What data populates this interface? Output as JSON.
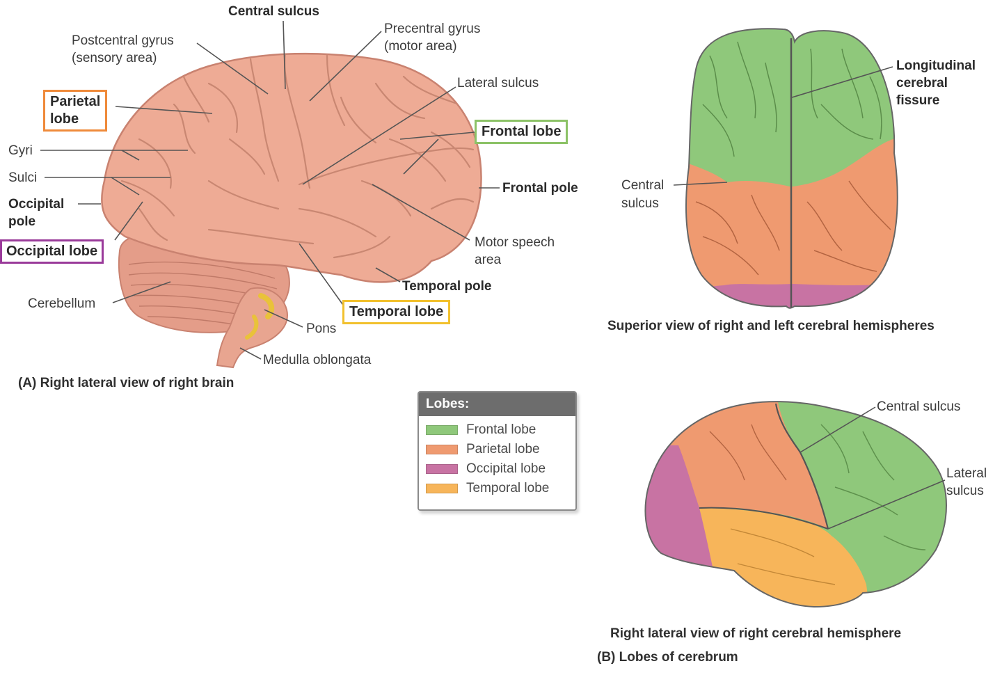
{
  "colors": {
    "frontal": "#8fc87b",
    "parietal": "#ef9a70",
    "occipital": "#c873a3",
    "temporal": "#f7b55a",
    "brain": "#eeab95",
    "parietal_box": "#ef8a3a",
    "frontal_box": "#8cc267",
    "occipital_box": "#9a3a9a",
    "temporal_box": "#f2c12e"
  },
  "panel_a": {
    "labels": {
      "central_sulcus": "Central sulcus",
      "postcentral_gyrus_1": "Postcentral gyrus",
      "postcentral_gyrus_2": "(sensory area)",
      "precentral_gyrus_1": "Precentral gyrus",
      "precentral_gyrus_2": "(motor area)",
      "lateral_sulcus": "Lateral sulcus",
      "parietal_lobe_1": "Parietal",
      "parietal_lobe_2": "lobe",
      "frontal_lobe": "Frontal lobe",
      "gyri": "Gyri",
      "sulci": "Sulci",
      "frontal_pole": "Frontal pole",
      "occipital_pole_1": "Occipital",
      "occipital_pole_2": "pole",
      "occipital_lobe": "Occipital lobe",
      "motor_speech_1": "Motor speech",
      "motor_speech_2": "area",
      "temporal_pole": "Temporal pole",
      "cerebellum": "Cerebellum",
      "temporal_lobe": "Temporal lobe",
      "pons": "Pons",
      "medulla": "Medulla oblongata"
    },
    "caption": "(A) Right lateral view of right brain"
  },
  "superior_view": {
    "labels": {
      "longitudinal_1": "Longitudinal",
      "longitudinal_2": "cerebral",
      "longitudinal_3": "fissure",
      "central_sulcus_1": "Central",
      "central_sulcus_2": "sulcus"
    },
    "caption": "Superior view of right and left cerebral hemispheres"
  },
  "legend": {
    "title": "Lobes:",
    "items": [
      {
        "label": "Frontal lobe",
        "color": "#8fc87b"
      },
      {
        "label": "Parietal lobe",
        "color": "#ef9a70"
      },
      {
        "label": "Occipital lobe",
        "color": "#c873a3"
      },
      {
        "label": "Temporal lobe",
        "color": "#f7b55a"
      }
    ]
  },
  "lateral_view": {
    "labels": {
      "central_sulcus": "Central sulcus",
      "lateral_sulcus_1": "Lateral",
      "lateral_sulcus_2": "sulcus"
    },
    "caption": "Right lateral view of right cerebral hemisphere"
  },
  "panel_b_caption": "(B) Lobes of cerebrum"
}
